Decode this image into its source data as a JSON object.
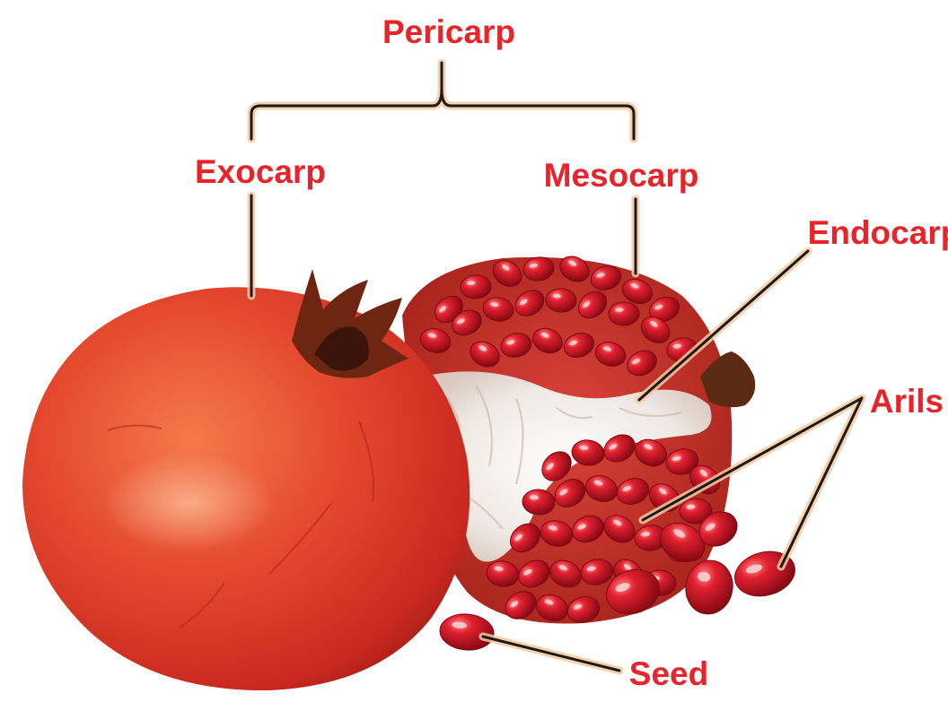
{
  "labels": {
    "pericarp": "Pericarp",
    "exocarp": "Exocarp",
    "mesocarp": "Mesocarp",
    "endocarp": "Endocarp",
    "arils": "Arils",
    "seed": "Seed"
  },
  "colors": {
    "label_text": "#e8232a",
    "leader_line": "#1a1a1a",
    "leader_glow": "#f7c9a0",
    "fruit_skin": "#e0452c",
    "aril": "#c8102e",
    "pith": "#f4f1ec",
    "background": "#ffffff"
  }
}
